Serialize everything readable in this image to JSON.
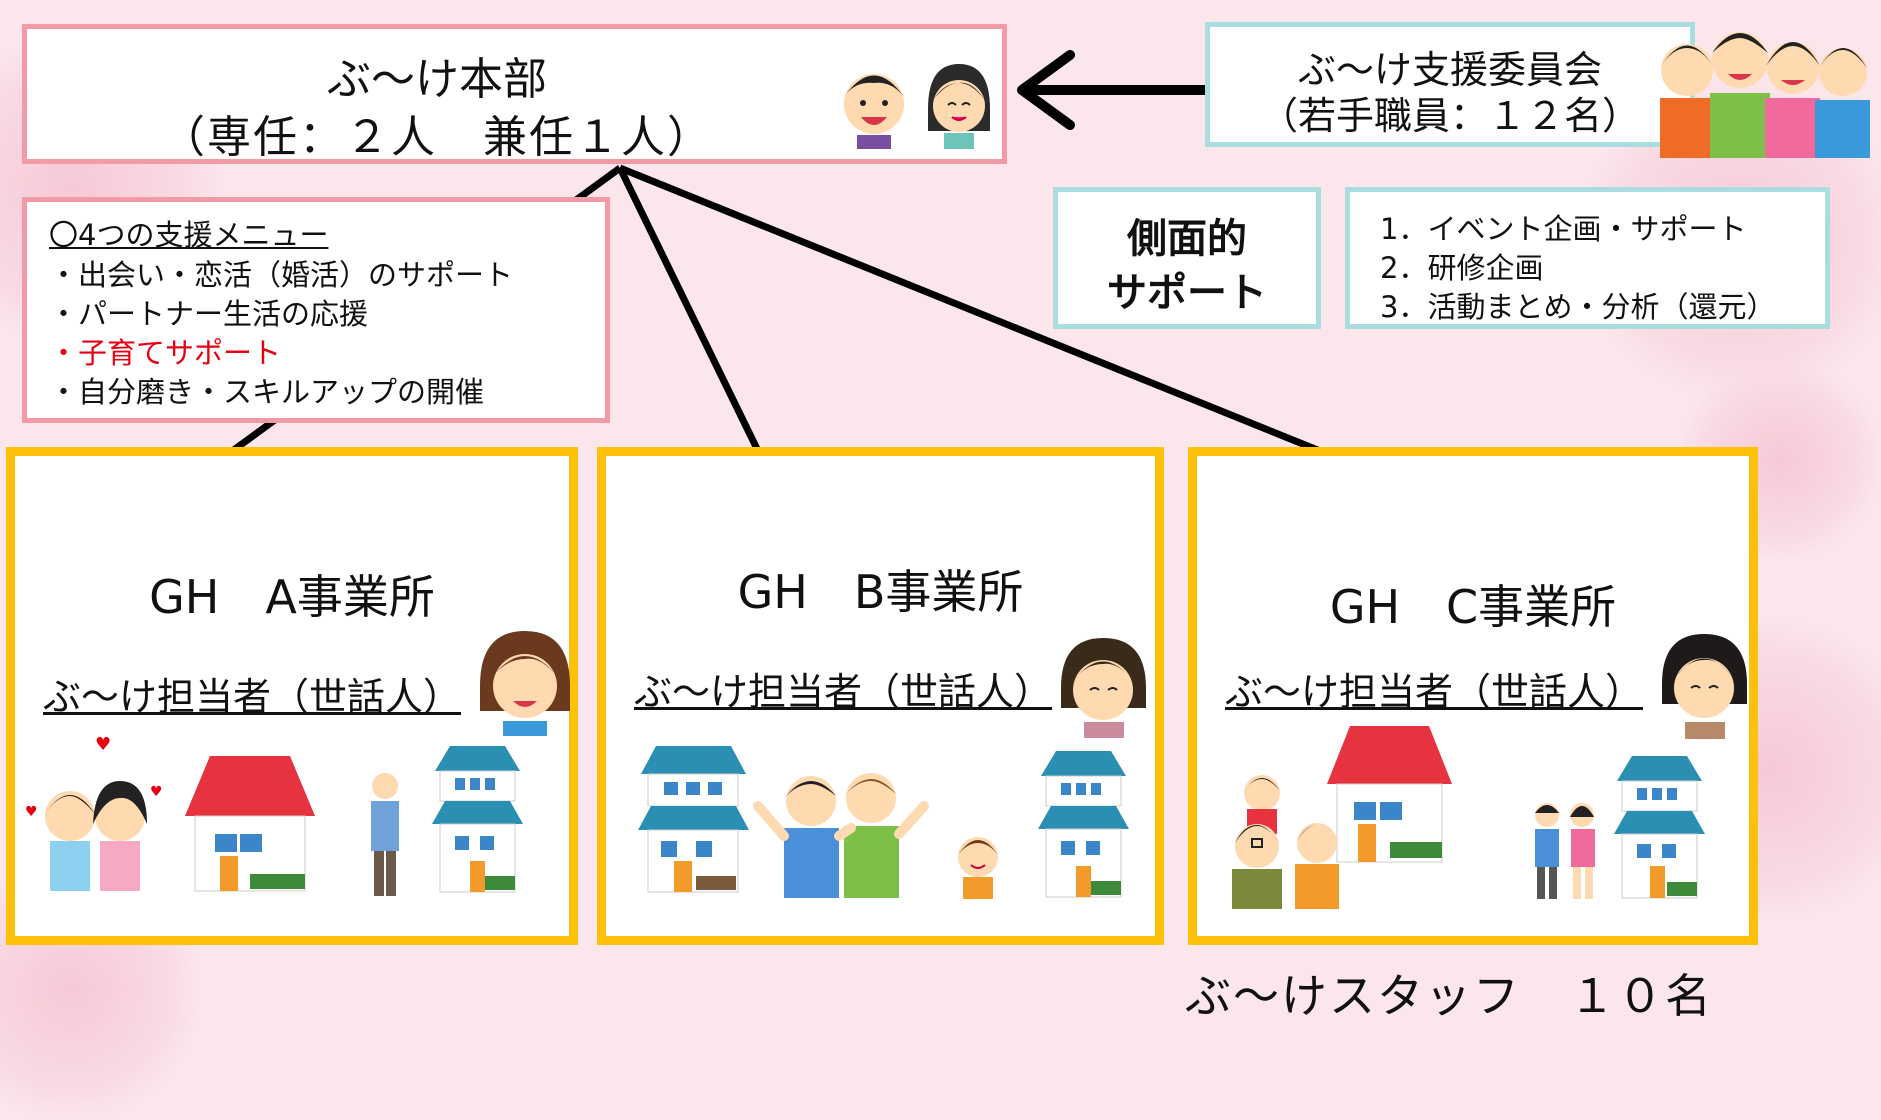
{
  "hq": {
    "title": "ぶ〜け本部",
    "staff": "（専任：２人　兼任１人）"
  },
  "committee": {
    "line1": "ぶ〜け支援委員会",
    "line2": "（若手職員：１２名）"
  },
  "side_support": {
    "line1": "側面的",
    "line2": "サポート"
  },
  "side_support_list": [
    "1．イベント企画・サポート",
    "2．研修企画",
    "3．活動まとめ・分析（還元）"
  ],
  "support_menu": {
    "heading": "〇4つの支援メニュー",
    "items": [
      "・出会い・恋活（婚活）のサポート",
      "・パートナー生活の応援",
      "・子育てサポート",
      "・自分磨き・スキルアップの開催"
    ],
    "highlight_color": "#e60012"
  },
  "offices": [
    {
      "title": "GH　A事業所",
      "staff": "ぶ〜け担当者（世話人）"
    },
    {
      "title": "GH　B事業所",
      "staff": "ぶ〜け担当者（世話人）"
    },
    {
      "title": "GH　C事業所",
      "staff": "ぶ〜け担当者（世話人）"
    }
  ],
  "staff_total": "ぶ〜けスタッフ　１０名",
  "colors": {
    "office_border": "#ffc107",
    "hq_border": "#f29aa6",
    "committee_border": "#a9dde0",
    "background": "#fbe6ec"
  }
}
